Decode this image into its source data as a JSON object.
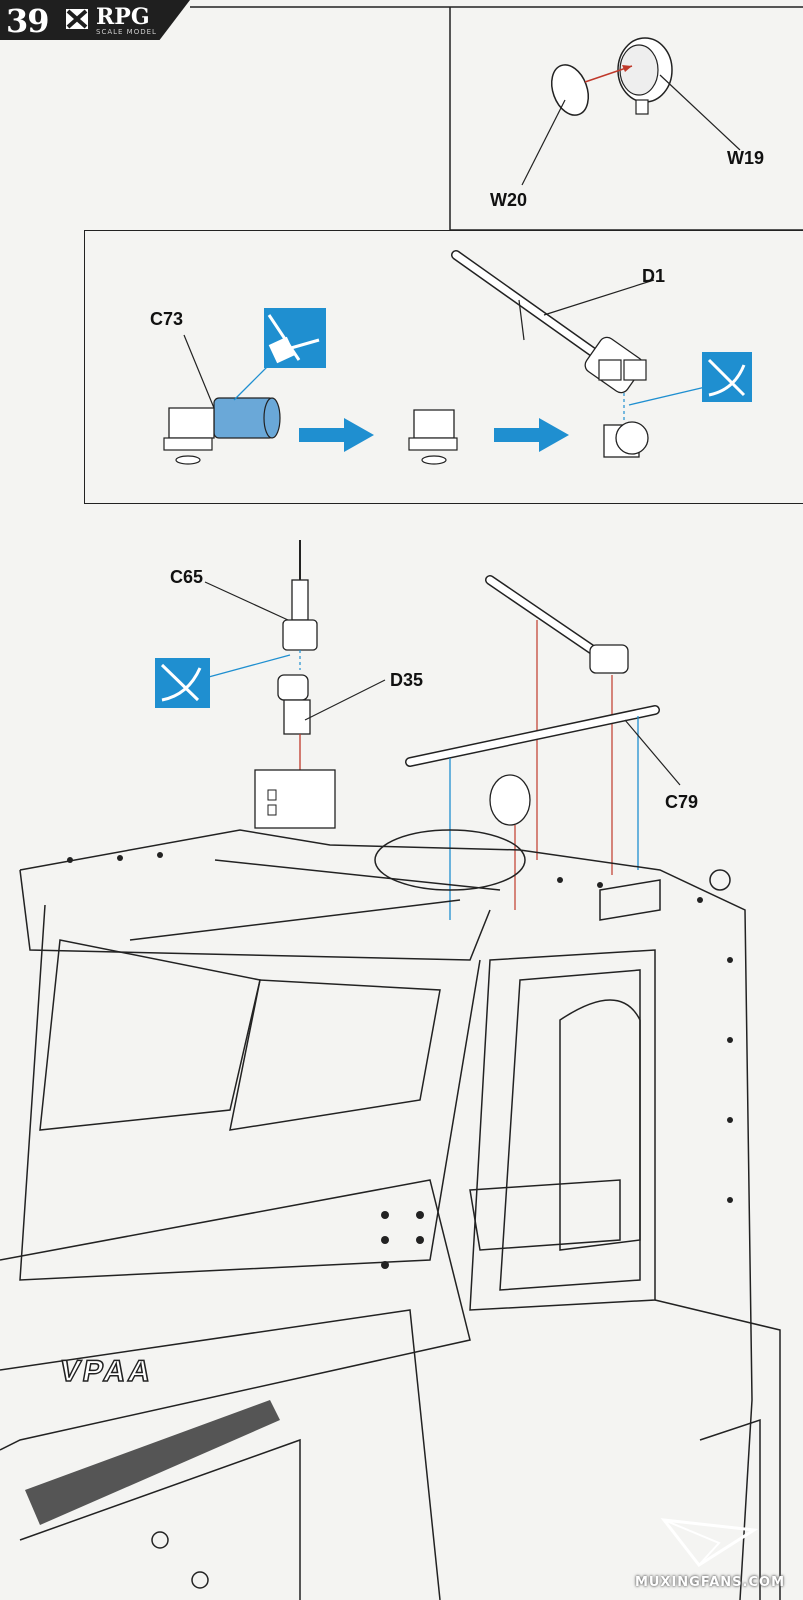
{
  "header": {
    "step_number": "39",
    "brand": "RPG",
    "brand_sub": "SCALE MODEL"
  },
  "callouts": {
    "w19": "W19",
    "w20": "W20",
    "c73": "C73",
    "d1": "D1",
    "c65": "C65",
    "d35": "D35",
    "c79": "C79"
  },
  "vehicle_label": "VPAA",
  "watermark": "MUXINGFANS.COM",
  "colors": {
    "accent_blue": "#1f8fd0",
    "part_fill": "#6aa8d8",
    "arrow_red": "#c0392b",
    "line": "#222222"
  },
  "icons": [
    "glue-symbol-icon",
    "cut-symbol-icon",
    "assembly-arrow-icon"
  ]
}
